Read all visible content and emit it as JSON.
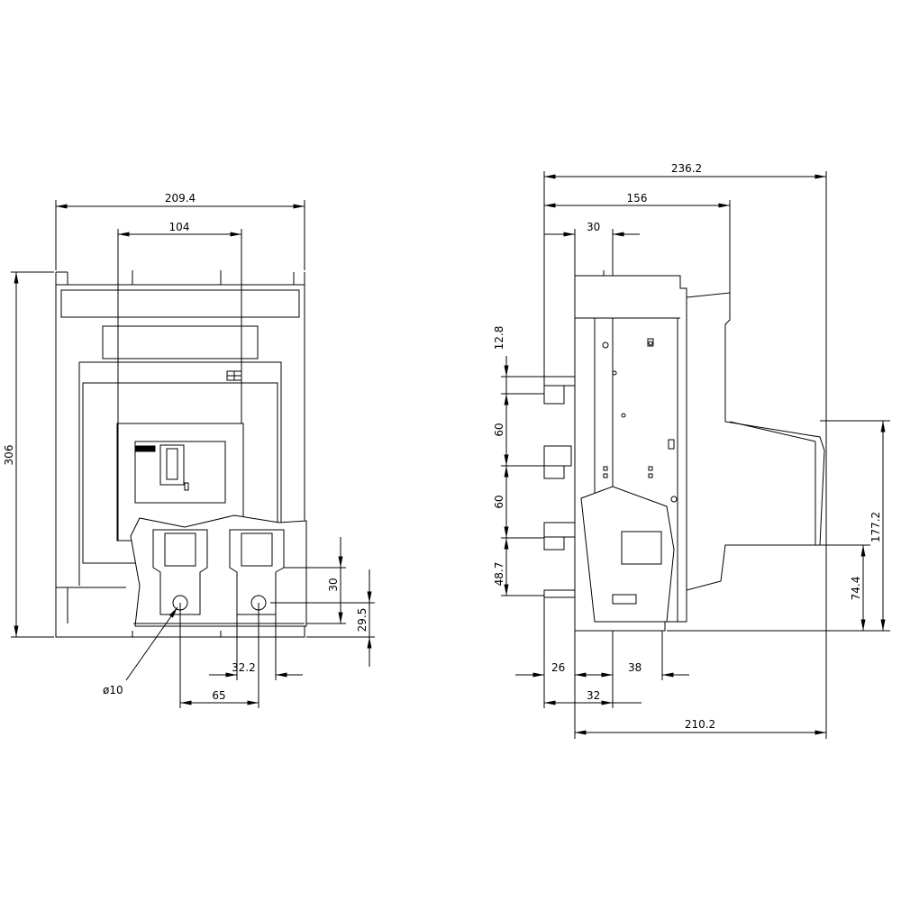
{
  "front_view": {
    "width_overall": "209.4",
    "terminal_spacing_outer": "104",
    "height_overall": "306",
    "terminal_slot_height": "30",
    "terminal_hole_height": "29.5",
    "terminal_offset": "32.2",
    "hole_diameter": "ø10",
    "hole_spacing": "65"
  },
  "side_view": {
    "depth_overall": "236.2",
    "depth_body": "156",
    "front_offset": "30",
    "v_top": "12.8",
    "v_upper": "60",
    "v_lower": "60",
    "v_bottom": "48.7",
    "handle_height": "177.2",
    "handle_low": "74.4",
    "b_left": "26",
    "b_right": "38",
    "b_mid": "32",
    "depth_base": "210.2"
  }
}
